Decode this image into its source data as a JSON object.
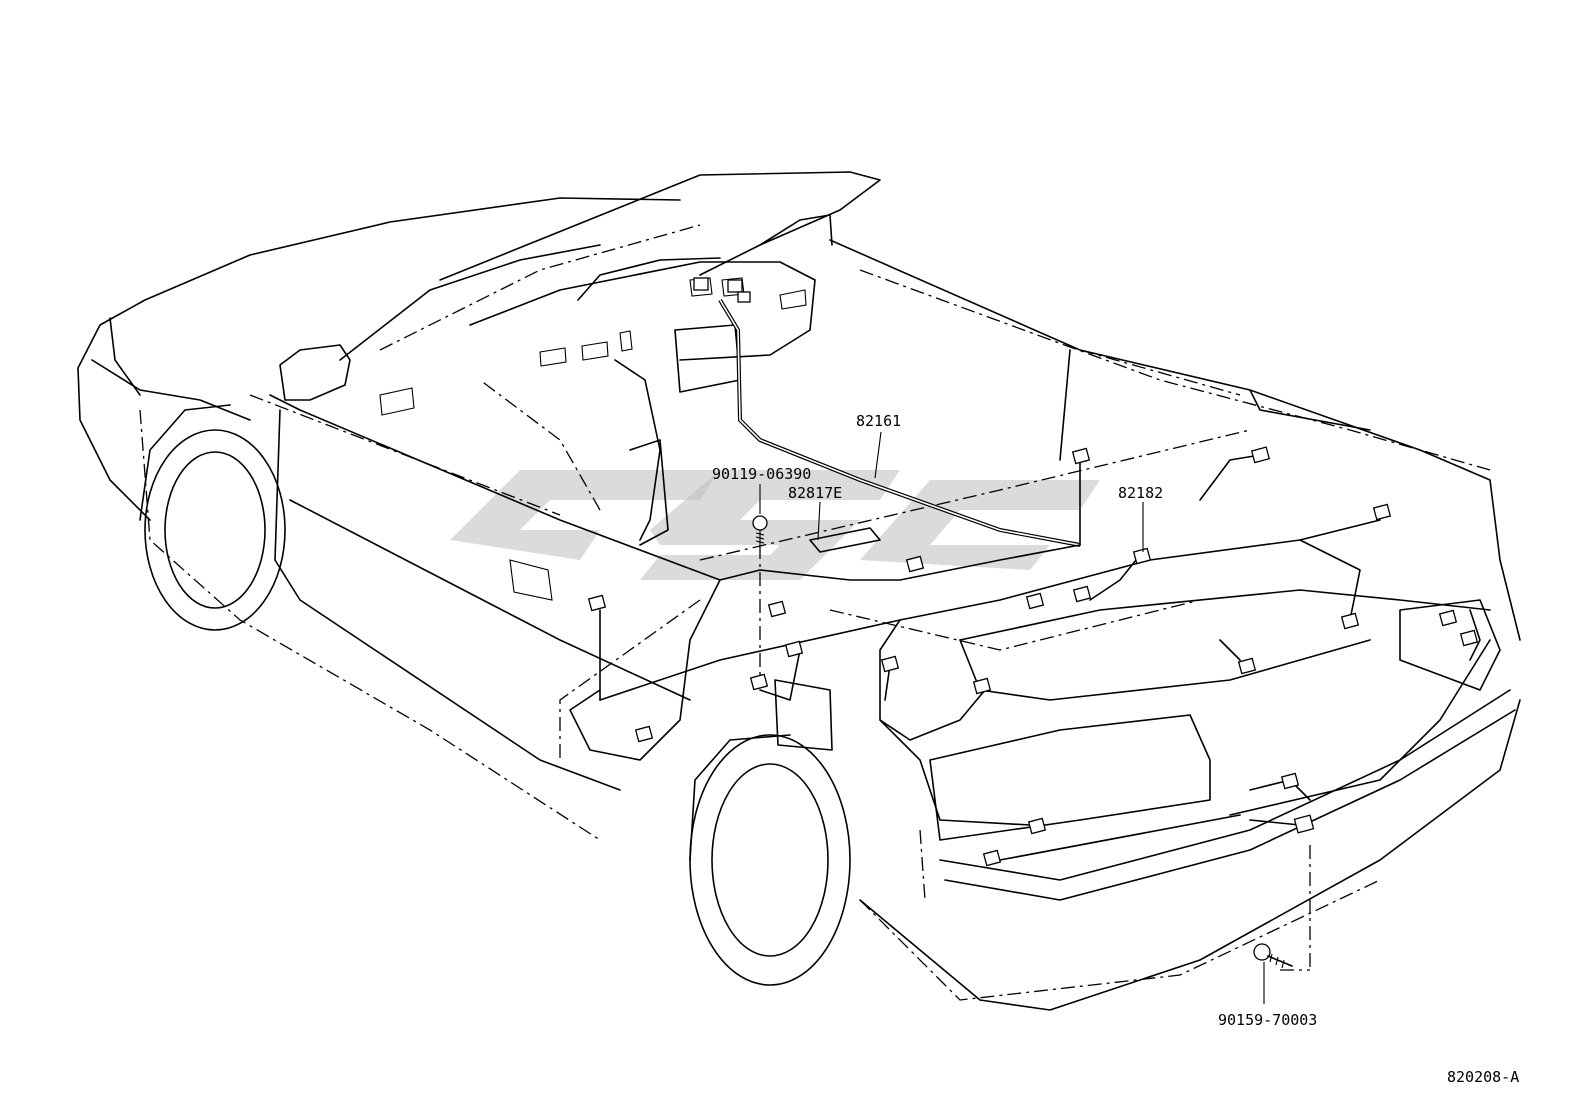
{
  "diagram": {
    "part_labels": {
      "main_harness": "82161",
      "clamp_bolt": "90119-06390",
      "protector": "82817E",
      "rear_sub_harness": "82182",
      "rear_screw": "90159-70003"
    },
    "figure_code": "820208-A"
  }
}
